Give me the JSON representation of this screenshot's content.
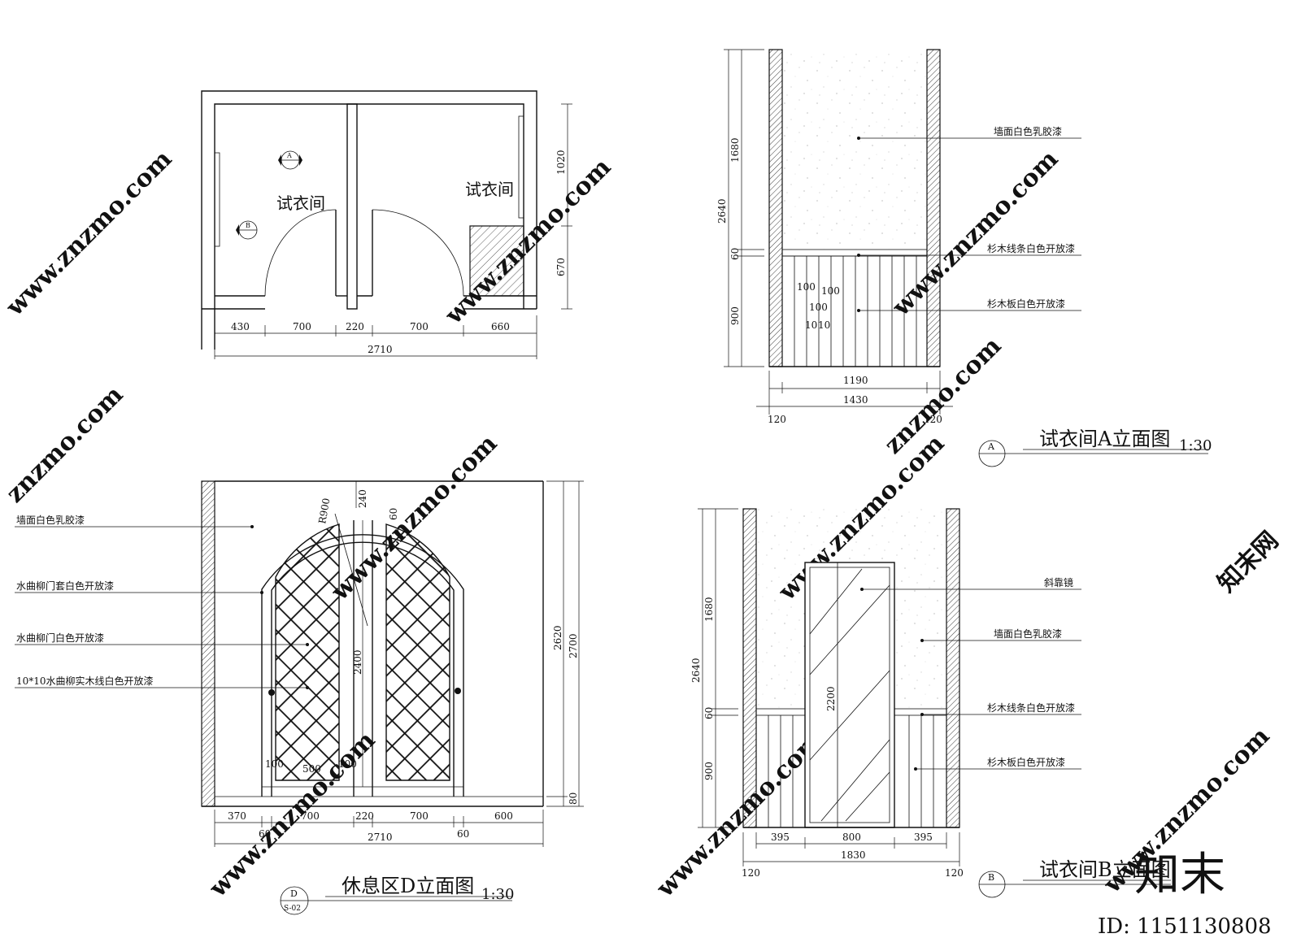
{
  "plan": {
    "room_left": "试衣间",
    "room_right": "试衣间",
    "marker_a": "A",
    "marker_b": "B",
    "dims_bottom": [
      "430",
      "700",
      "220",
      "700",
      "660"
    ],
    "dim_total": "2710",
    "dims_right": [
      "1020",
      "670"
    ]
  },
  "elev_a": {
    "title": "试衣间A立面图",
    "scale": "1:30",
    "marker": "A",
    "dims_left": [
      "1680",
      "60",
      "900"
    ],
    "dim_height": "2640",
    "dims_inner": [
      "100",
      "100",
      "100",
      "10",
      "10"
    ],
    "dim_inner_width": "1190",
    "dim_width": "1430",
    "dims_wall": [
      "120",
      "120"
    ],
    "labels": [
      "墙面白色乳胶漆",
      "杉木线条白色开放漆",
      "杉木板白色开放漆"
    ]
  },
  "elev_d": {
    "title": "休息区D立面图",
    "scale": "1:30",
    "marker": "D",
    "marker_sub": "S-02",
    "labels": [
      "墙面白色乳胶漆",
      "水曲柳门套白色开放漆",
      "水曲柳门白色开放漆",
      "10*10水曲柳实木线白色开放漆"
    ],
    "dim_radius": "R900",
    "dims_top": [
      "240",
      "60"
    ],
    "dim_door_height": "2400",
    "dims_right": [
      "2620",
      "2700",
      "80"
    ],
    "dims_panel": [
      "100",
      "500",
      "100"
    ],
    "dims_bottom": [
      "370",
      "700",
      "220",
      "700",
      "600"
    ],
    "dims_bottom_small": [
      "60",
      "60"
    ],
    "dim_total": "2710"
  },
  "elev_b": {
    "title": "试衣间B立面图",
    "marker": "B",
    "dims_left": [
      "1680",
      "60",
      "900"
    ],
    "dim_height": "2640",
    "dim_mirror": "2200",
    "dims_bottom": [
      "395",
      "800",
      "395"
    ],
    "dim_width": "1830",
    "dims_wall": [
      "120",
      "120"
    ],
    "labels": [
      "斜靠镜",
      "墙面白色乳胶漆",
      "杉木线条白色开放漆",
      "杉木板白色开放漆"
    ]
  },
  "watermark": {
    "site": "znzmo.com",
    "url": "www.znzmo.com",
    "brand": "知末网",
    "logo": "知末",
    "id": "ID: 1151130808"
  }
}
